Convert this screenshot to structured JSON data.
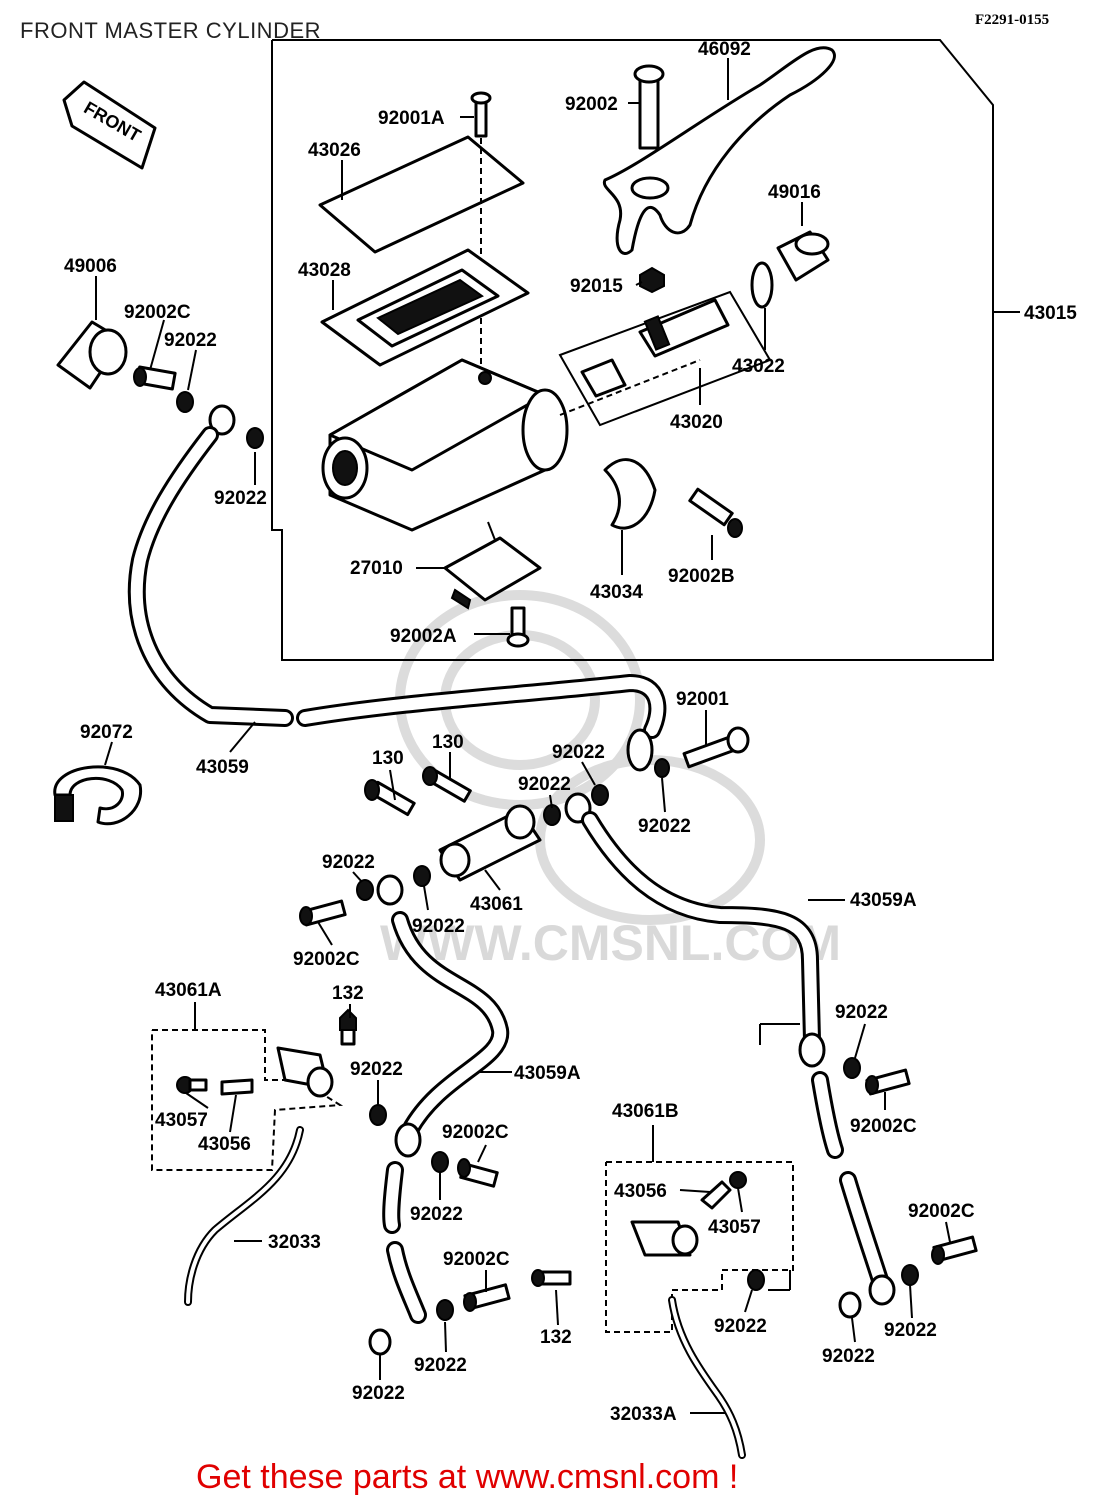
{
  "title": "FRONT MASTER CYLINDER",
  "diagram_code": "F2291-0155",
  "front_arrow_label": "FRONT",
  "watermark": "WWW.CMSNL.COM",
  "footer_cta": "Get these parts at www.cmsnl.com !",
  "part_labels": {
    "p46092": "46092",
    "p92001A": "92001A",
    "p92002_top": "92002",
    "p43026": "43026",
    "p49016": "49016",
    "p49006": "49006",
    "p43028": "43028",
    "p92015": "92015",
    "p43015": "43015",
    "p92002C_a": "92002C",
    "p92022_a": "92022",
    "p43022": "43022",
    "p43020": "43020",
    "p92022_b": "92022",
    "p43034": "43034",
    "p92002B": "92002B",
    "p27010": "27010",
    "p92002A": "92002A",
    "p92001": "92001",
    "p92072": "92072",
    "p43059": "43059",
    "p130_a": "130",
    "p130_b": "130",
    "p92022_c": "92022",
    "p92022_d": "92022",
    "p92022_e": "92022",
    "p92022_f": "92022",
    "p43061": "43061",
    "p92022_g": "92022",
    "p43059A_a": "43059A",
    "p92002C_b": "92002C",
    "p43061A": "43061A",
    "p132_a": "132",
    "p92022_h": "92022",
    "p43059A_b": "43059A",
    "p43057_a": "43057",
    "p43056_a": "43056",
    "p92022_i": "92022",
    "p92002C_c": "92002C",
    "p92002C_d": "92002C",
    "p43061B": "43061B",
    "p92022_j": "92022",
    "p32033": "32033",
    "p43056_b": "43056",
    "p43057_b": "43057",
    "p92002C_e": "92002C",
    "p92002C_f": "92002C",
    "p132_b": "132",
    "p92022_k": "92022",
    "p92022_l": "92022",
    "p92022_m": "92022",
    "p92022_n": "92022",
    "p92022_o": "92022",
    "p32033A": "32033A"
  }
}
